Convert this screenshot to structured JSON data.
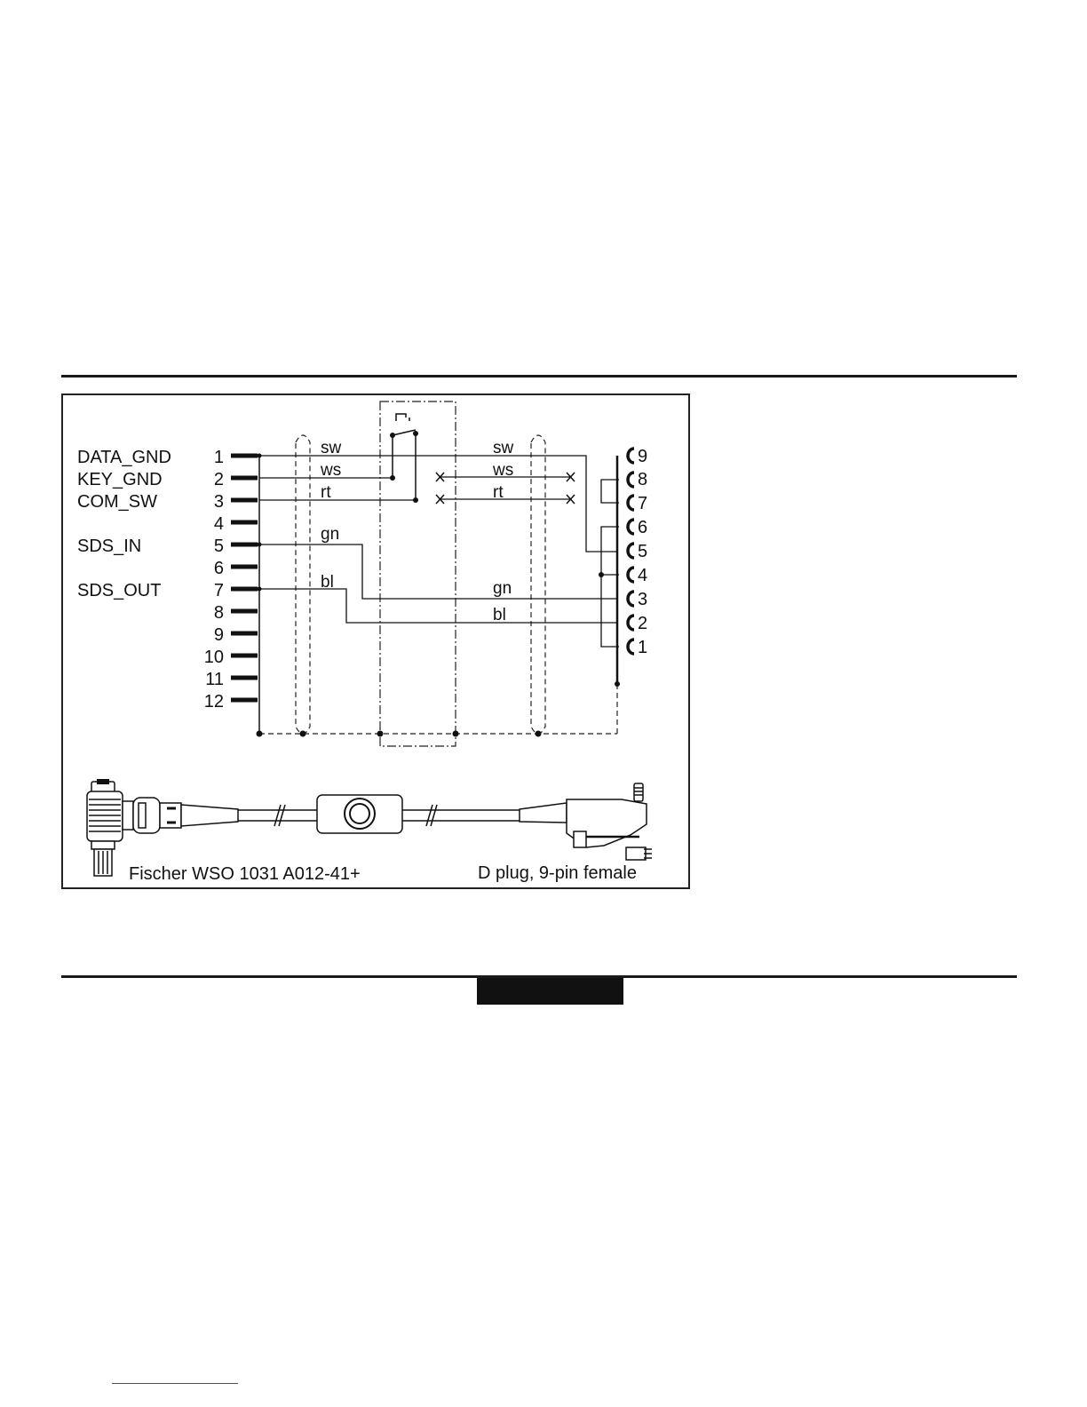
{
  "signals": [
    {
      "name": "DATA_GND",
      "pin": "1"
    },
    {
      "name": "KEY_GND",
      "pin": "2"
    },
    {
      "name": "COM_SW",
      "pin": "3"
    },
    {
      "name": "SDS_IN",
      "pin": "5"
    },
    {
      "name": "SDS_OUT",
      "pin": "7"
    }
  ],
  "left_pins": [
    "1",
    "2",
    "3",
    "4",
    "5",
    "6",
    "7",
    "8",
    "9",
    "10",
    "11",
    "12"
  ],
  "right_pins": [
    "9",
    "8",
    "7",
    "6",
    "5",
    "4",
    "3",
    "2",
    "1"
  ],
  "wires_left": [
    "sw",
    "ws",
    "rt",
    "gn",
    "bl"
  ],
  "wires_right": [
    "sw",
    "ws",
    "rt",
    "gn",
    "bl"
  ],
  "captions": {
    "left": "Fischer WSO 1031 A012-41+",
    "right": "D plug, 9-pin female"
  }
}
